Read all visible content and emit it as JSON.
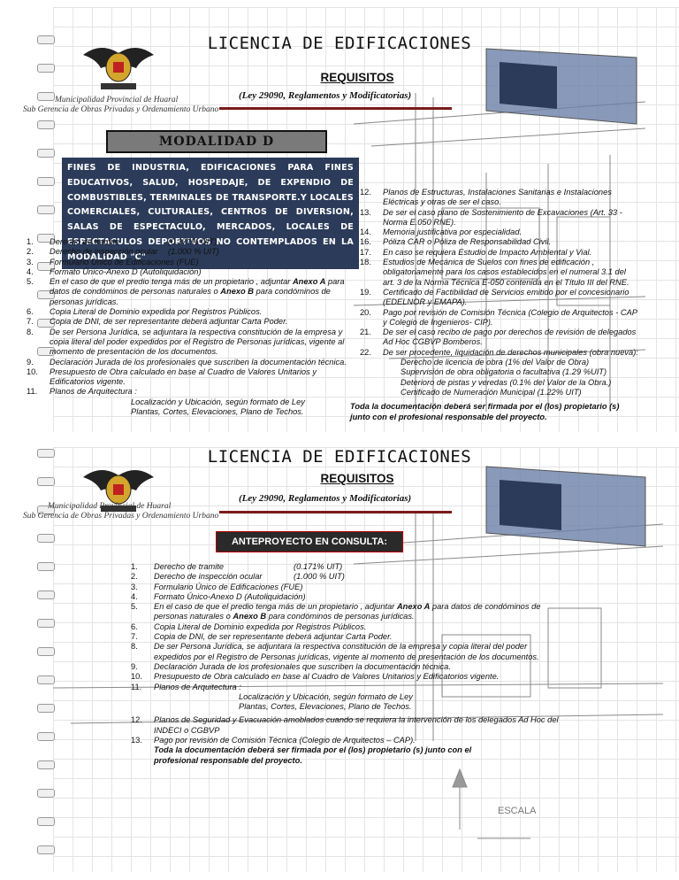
{
  "doc1": {
    "title": "LICENCIA DE EDIFICACIONES",
    "subtitle": "REQUISITOS",
    "law": "(Ley 29090, Reglamentos y Modificatorias)",
    "muni_line1": "Municipalidad Provincial de Huaral",
    "muni_line2": "Sub Gerencia de Obras Privadas y Ordenamiento Urbano",
    "modalidad": "MODALIDAD D",
    "fines": "FINES DE INDUSTRIA, EDIFICACIONES PARA FINES EDUCATIVOS, SALUD, HOSPEDAJE, DE EXPENDIO DE COMBUSTIBLES, TERMINALES DE TRANSPORTE.Y LOCALES COMERCIALES, CULTURALES, CENTROS DE DIVERSION, SALAS DE ESPECTACULO, MERCADOS, LOCALES DE ESPECTACULOS DEPORTIVOS NO CONTEMPLADOS EN LA MODALIDAD \"C\"",
    "left_items": [
      {
        "n": "1.",
        "t": "Derecho de tramite",
        "v": "(0.171% UIT)"
      },
      {
        "n": "2.",
        "t": "Derecho de inspección ocular",
        "v": "(1.000 % UIT)"
      },
      {
        "n": "3.",
        "t": "Formulario Único de Edificaciones (FUE)"
      },
      {
        "n": "4.",
        "t": "Formato Único-Anexo D (Autoliquidación)"
      },
      {
        "n": "5.",
        "t": "En el caso de que el predio tenga más de un propietario , adjuntar",
        "b1": "Anexo A",
        "t2": " para datos de condóminos de personas naturales o ",
        "b2": "Anexo B",
        "t3": " para condóminos de personas jurídicas."
      },
      {
        "n": "6.",
        "t": "Copia Literal de Dominio expedida por Registros Públicos."
      },
      {
        "n": "7.",
        "t": "Copia de DNI, de ser representante deberá adjuntar Carta Poder."
      },
      {
        "n": "8.",
        "t": "De ser Persona Jurídica, se adjuntara la respectiva constitución de la empresa y copia literal del poder expedidos por el Registro de Personas jurídicas, vigente al momento de presentación de los documentos."
      },
      {
        "n": "9.",
        "t": "Declaración Jurada de los profesionales que suscriben la documentación técnica."
      },
      {
        "n": "10.",
        "t": "Presupuesto de Obra calculado en base al Cuadro de Valores Unitarios y Edificatorios vigente."
      },
      {
        "n": "11.",
        "t": "Planos de Arquitectura :"
      }
    ],
    "left_sub": [
      "Localización y Ubicación, según formato de Ley",
      "Plantas, Cortes, Elevaciones, Plano de Techos."
    ],
    "right_items": [
      {
        "n": "12.",
        "t": "Planos de Estructuras, Instalaciones Sanitarias e Instalaciones Eléctricas y otras de ser el caso."
      },
      {
        "n": "13.",
        "t": "De ser el caso plano de Sostenimiento de Excavaciones (Art. 33 - Norma E.050 RNE)."
      },
      {
        "n": "14.",
        "t": "Memoria justificativa por especialidad."
      },
      {
        "n": "16.",
        "t": "Póliza CAR o Póliza de Responsabilidad Civil."
      },
      {
        "n": "17.",
        "t": "En caso se requiera Estudio de Impacto Ambiental y Vial."
      },
      {
        "n": "18.",
        "t": "Estudios de Mecánica de Suelos con fines de edificación , obligatoriamente para los casos establecidos en el numeral 3.1 del art. 3 de la Norma Técnica E-050 contenida en el Título III del RNE."
      },
      {
        "n": "19.",
        "t": "Certificado de Factibilidad de Servicios emitido por el concesionario (EDELNOR y EMAPA)."
      },
      {
        "n": "20.",
        "t": "Pago por revisión de Comisión Técnica (Colegio de Arquitectos - CAP y Colegio de Ingenieros- CIP)."
      },
      {
        "n": "21.",
        "t": "De ser el caso recibo de pago por derechos de revisión de delegados Ad Hoc CGBVP Bomberos."
      },
      {
        "n": "22.",
        "t": "De ser procedente, liquidación de derechos municipales (obra nueva):"
      }
    ],
    "right_sub": [
      "Derecho de licencia de obra (1% del Valor de Obra)",
      "Supervisión de obra obligatoria o facultativa (1.29 %UIT)",
      "Deterioro de pistas y veredas (0.1% del Valor de la Obra.)",
      "Certificado de Numeración Municipal (1.22% UIT)"
    ],
    "footer": "Toda la documentación deberá ser firmada por el (los) propietario (s) junto con el profesional responsable del proyecto."
  },
  "doc2": {
    "title": "LICENCIA DE EDIFICACIONES",
    "subtitle": "REQUISITOS",
    "law": "(Ley 29090, Reglamentos y Modificatorias)",
    "muni_line1": "Municipalidad Provincial de Huaral",
    "muni_line2": "Sub Gerencia de Obras Privadas y Ordenamiento Urbano",
    "banner": "ANTEPROYECTO EN CONSULTA:",
    "items": [
      {
        "n": "1.",
        "t": "Derecho de tramite",
        "v": "(0.171% UIT)"
      },
      {
        "n": "2.",
        "t": "Derecho de inspección ocular",
        "v": "(1.000 % UIT)"
      },
      {
        "n": "3.",
        "t": "Formulario Único de Edificaciones (FUE)"
      },
      {
        "n": "4.",
        "t": "Formato Único-Anexo D (Autoliquidación)"
      },
      {
        "n": "5.",
        "t": "En el caso de que el predio tenga más de un propietario , adjuntar ",
        "b1": "Anexo A",
        "t2": "  para datos de condóminos de personas naturales o ",
        "b2": "Anexo B",
        "t3": " para condóminos de personas jurídicas."
      },
      {
        "n": "6.",
        "t": "Copia Literal de Dominio expedida por Registros Públicos."
      },
      {
        "n": "7.",
        "t": "Copia de DNI, de ser representante deberá adjuntar Carta Poder."
      },
      {
        "n": "8.",
        "t": "De ser Persona Jurídica, se adjuntara la respectiva constitución de la empresa y copia literal del poder expedidos por el Registro de Personas jurídicas, vigente al momento de presentación de los documentos."
      },
      {
        "n": "9.",
        "t": "Declaración Jurada de los profesionales que suscriben la documentación técnica."
      },
      {
        "n": "10.",
        "t": "Presupuesto de Obra calculado en base al Cuadro de Valores Unitarios y Edificatorios vigente."
      },
      {
        "n": "11.",
        "t": "Planos de Arquitectura :"
      }
    ],
    "sub": [
      "Localización y Ubicación, según formato de Ley",
      "Plantas, Cortes, Elevaciones, Plano de Techos."
    ],
    "items2": [
      {
        "n": "12.",
        "t": "Planos de Seguridad y Evacuación amoblados cuando se requiera la intervención de los delegados Ad Hoc del INDECI o CGBVP"
      },
      {
        "n": "13.",
        "t": "Pago por revisión de Comisión Técnica (Colegio de Arquitectos – CAP)."
      }
    ],
    "footer": "Toda la documentación deberá ser firmada por el (los) propietario (s) junto con el profesional responsable del proyecto.",
    "sketch_scale": "ESCALA"
  }
}
